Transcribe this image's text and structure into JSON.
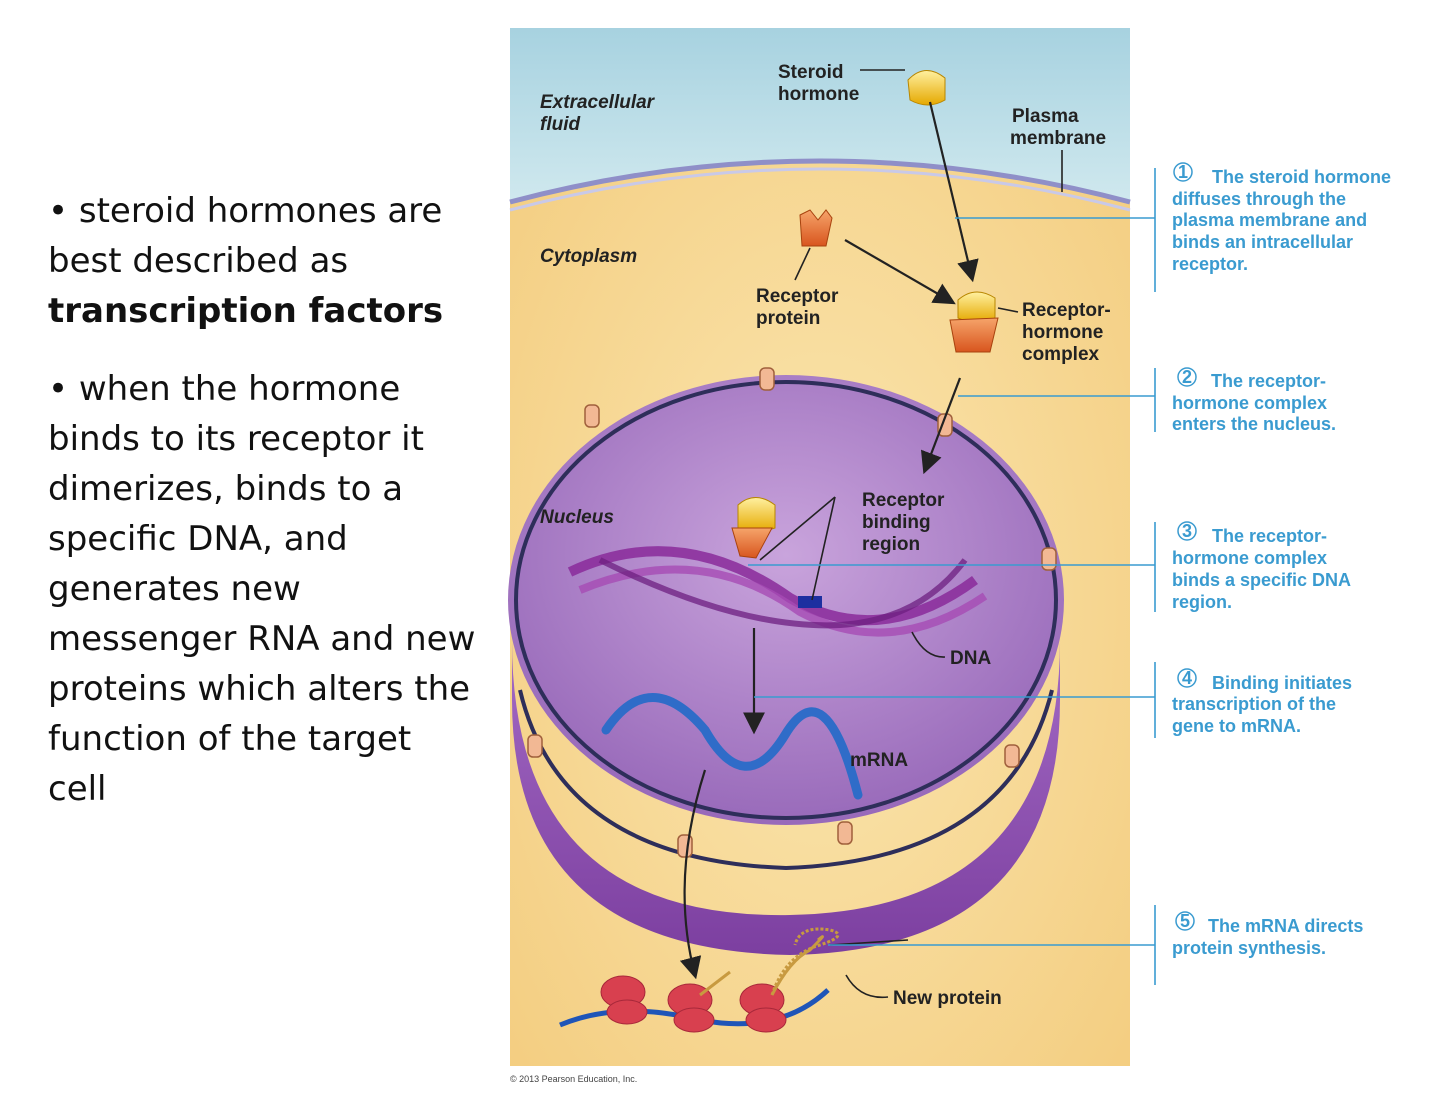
{
  "text": {
    "bullet1_pre": "steroid hormones are best described as ",
    "bullet1_bold": "transcription factors",
    "bullet2": "when the hormone binds to its receptor it dimerizes, binds to a specific DNA, and generates new messenger RNA and new proteins which alters the function of the target cell"
  },
  "labels": {
    "extracellular_1": "Extracellular",
    "extracellular_2": "fluid",
    "cytoplasm": "Cytoplasm",
    "nucleus": "Nucleus",
    "steroid_1": "Steroid",
    "steroid_2": "hormone",
    "plasma_1": "Plasma",
    "plasma_2": "membrane",
    "receptor_protein_1": "Receptor",
    "receptor_protein_2": "protein",
    "complex_1": "Receptor-",
    "complex_2": "hormone",
    "complex_3": "complex",
    "binding_1": "Receptor",
    "binding_2": "binding",
    "binding_3": "region",
    "dna": "DNA",
    "mrna": "mRNA",
    "new_protein": "New protein",
    "copyright": "© 2013 Pearson Education, Inc."
  },
  "steps": [
    {
      "num": "1",
      "lines": [
        "The steroid hormone",
        "diffuses through the",
        "plasma membrane and",
        "binds an intracellular",
        "receptor."
      ]
    },
    {
      "num": "2",
      "lines": [
        "The receptor-",
        "hormone complex",
        "enters the nucleus."
      ]
    },
    {
      "num": "3",
      "lines": [
        "The receptor-",
        "hormone complex",
        "binds a specific DNA",
        "region."
      ]
    },
    {
      "num": "4",
      "lines": [
        "Binding initiates",
        "transcription of the",
        "gene to mRNA."
      ]
    },
    {
      "num": "5",
      "lines": [
        "The mRNA directs",
        "protein synthesis."
      ]
    }
  ],
  "colors": {
    "extracellular": "#b8dbe6",
    "cytoplasm": "#f6d48e",
    "nucleus": "#9e66c0",
    "step_text": "#3a9bd0"
  }
}
